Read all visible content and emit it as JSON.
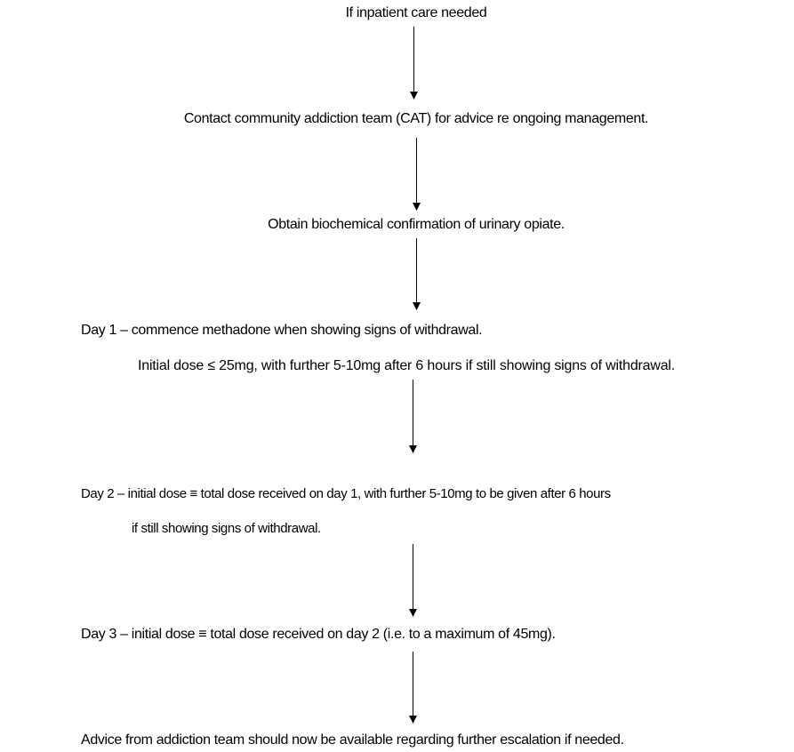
{
  "flowchart": {
    "steps": [
      {
        "text": "If inpatient care needed"
      },
      {
        "text": "Contact community addiction team (CAT) for advice re ongoing management."
      },
      {
        "text": "Obtain biochemical confirmation of urinary opiate."
      },
      {
        "text": "Day 1 – commence methadone when showing signs of withdrawal.",
        "detail": "Initial dose ≤ 25mg, with further 5-10mg after 6 hours if still showing signs of withdrawal."
      },
      {
        "text": "Day 2 – initial dose ≡ total dose received on day 1, with further 5-10mg to be given after 6 hours",
        "detail": "if still showing signs of withdrawal."
      },
      {
        "text": "Day 3 – initial dose ≡ total dose received on day 2 (i.e. to a maximum of 45mg)."
      },
      {
        "text": "Advice from addiction team should now be available regarding further escalation if needed."
      }
    ],
    "arrow_color": "#000000"
  }
}
